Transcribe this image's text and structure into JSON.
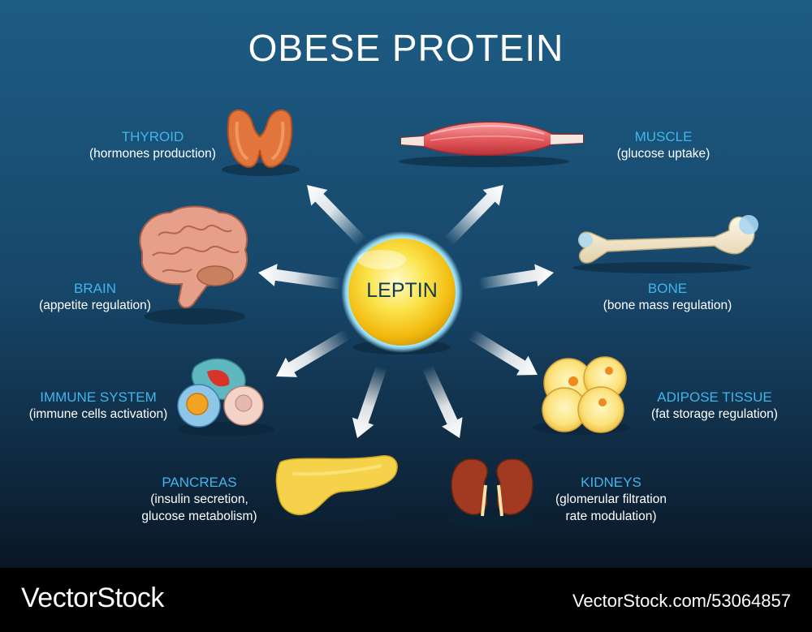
{
  "title": "OBESE PROTEIN",
  "center": {
    "label": "LEPTIN"
  },
  "targets": [
    {
      "name": "THYROID",
      "desc_lines": [
        "(hormones production)"
      ],
      "icon": "thyroid-icon"
    },
    {
      "name": "MUSCLE",
      "desc_lines": [
        "(glucose uptake)"
      ],
      "icon": "muscle-icon"
    },
    {
      "name": "BRAIN",
      "desc_lines": [
        "(appetite regulation)"
      ],
      "icon": "brain-icon"
    },
    {
      "name": "BONE",
      "desc_lines": [
        "(bone mass regulation)"
      ],
      "icon": "bone-icon"
    },
    {
      "name": "IMMUNE SYSTEM",
      "desc_lines": [
        "(immune cells activation)"
      ],
      "icon": "immune-cells-icon"
    },
    {
      "name": "ADIPOSE TISSUE",
      "desc_lines": [
        "(fat storage regulation)"
      ],
      "icon": "adipose-cells-icon"
    },
    {
      "name": "PANCREAS",
      "desc_lines": [
        "(insulin secretion,",
        "glucose metabolism)"
      ],
      "icon": "pancreas-icon"
    },
    {
      "name": "KIDNEYS",
      "desc_lines": [
        "(glomerular filtration",
        "rate modulation)"
      ],
      "icon": "kidneys-icon"
    }
  ],
  "footer": {
    "brand": "VectorStock",
    "stock_id": "VectorStock.com/53064857"
  },
  "colors": {
    "label_accent": "#3fb6ee",
    "background_top": "#1d5c84",
    "background_bottom": "#050a12",
    "leptin_sphere": "#f7d31e"
  }
}
